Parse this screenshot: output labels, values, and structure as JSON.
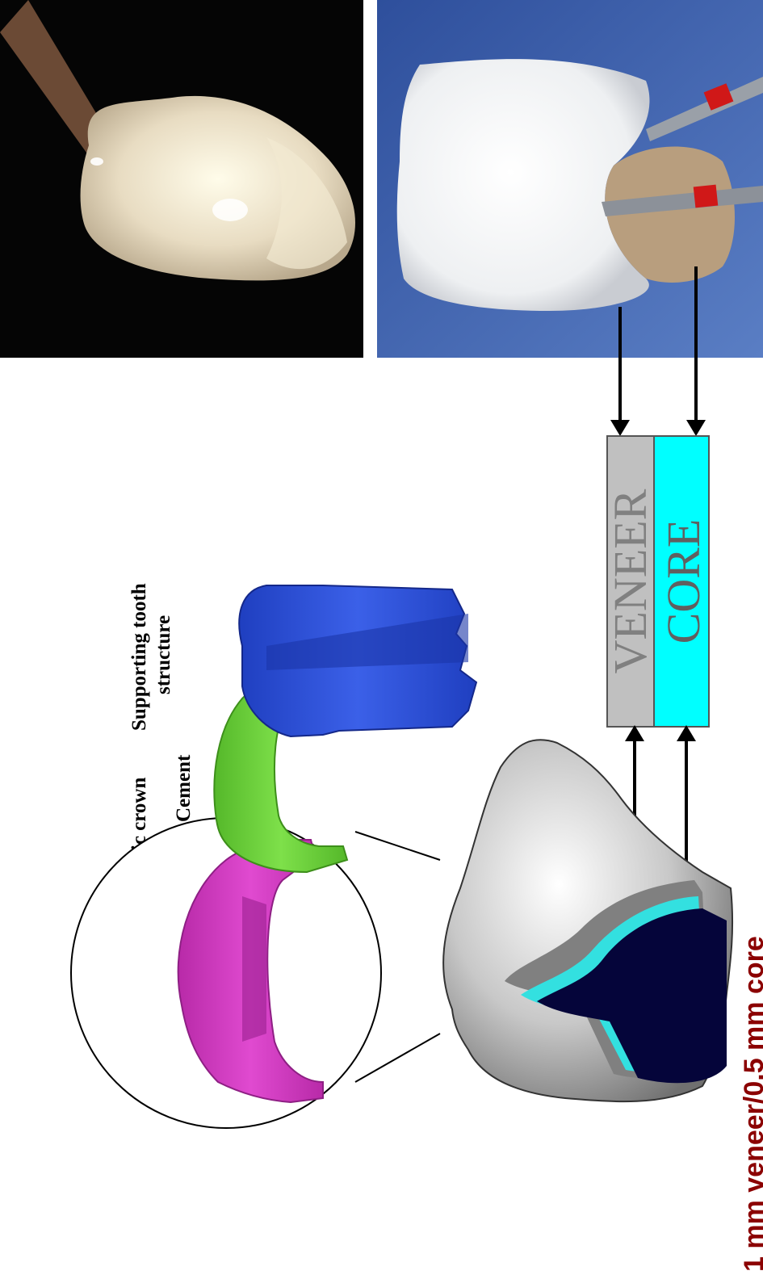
{
  "labels": {
    "crown": "All-ceramic crown",
    "cement": "Cement",
    "tooth_line1": "Supporting tooth",
    "tooth_line2": "structure"
  },
  "layers": {
    "veneer": "VENEER",
    "core": "CORE"
  },
  "caption": "1 mm veneer/0.5 mm core",
  "colors": {
    "crown": "#cc33bb",
    "cement": "#66cc33",
    "tooth": "#2a4fd8",
    "veneer": "#c0c0c0",
    "core": "#00ffff",
    "caption": "#8b0000",
    "photo_dark_bg": "#050505",
    "photo_blue_bg": "#3a5ca8"
  }
}
